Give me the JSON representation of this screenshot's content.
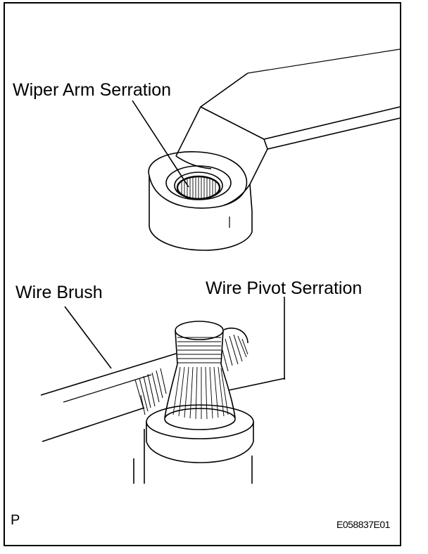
{
  "labels": {
    "wiper_arm_serration": "Wiper Arm Serration",
    "wire_brush": "Wire Brush",
    "wire_pivot_serration": "Wire Pivot Serration",
    "page_marker": "P",
    "figure_code": "E058837E01"
  },
  "colors": {
    "ink": "#000000",
    "paper": "#ffffff"
  }
}
